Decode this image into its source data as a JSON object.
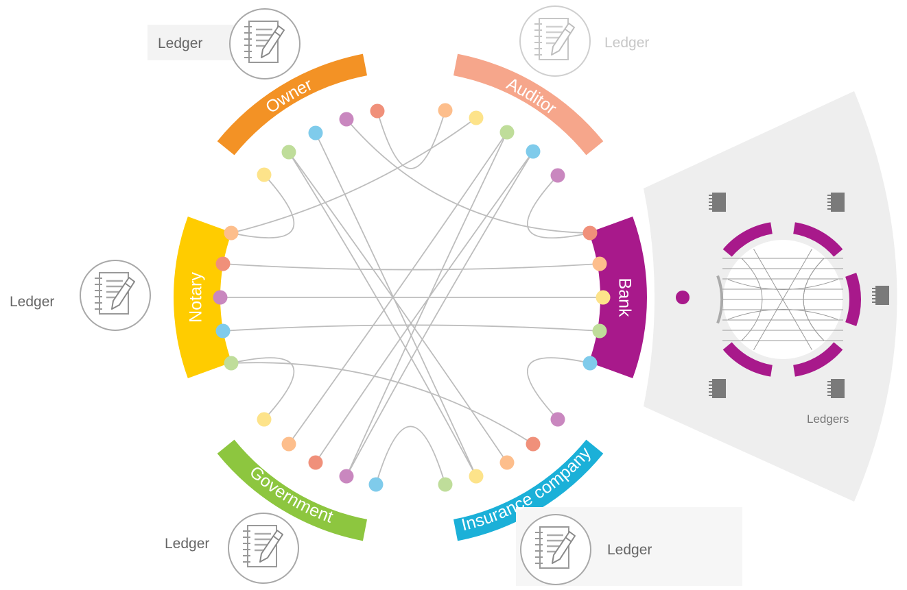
{
  "participants": [
    {
      "id": "owner",
      "label": "Owner",
      "color": "#F39225",
      "ledger_label": "Ledger"
    },
    {
      "id": "auditor",
      "label": "Auditor",
      "color": "#F6A68B",
      "ledger_label": "Ledger"
    },
    {
      "id": "bank",
      "label": "Bank",
      "color": "#A8198B"
    },
    {
      "id": "insurance",
      "label": "Insurance company",
      "color": "#1BB0D8",
      "ledger_label": "Ledger"
    },
    {
      "id": "government",
      "label": "Government",
      "color": "#8DC63F",
      "ledger_label": "Ledger"
    },
    {
      "id": "notary",
      "label": "Notary",
      "color": "#FFCC00",
      "ledger_label": "Ledger"
    }
  ],
  "node_colors": {
    "orange": "#FDBE8C",
    "salmon": "#F0907A",
    "yellow": "#FDE38A",
    "green": "#BFDD9A",
    "blue": "#7FCBEB",
    "purple": "#C987BF",
    "line": "#BDBDBD"
  },
  "zoom_panel": {
    "ledgers_label": "Ledgers",
    "ring_color": "#A8198B",
    "background": "#EEEEEE"
  }
}
